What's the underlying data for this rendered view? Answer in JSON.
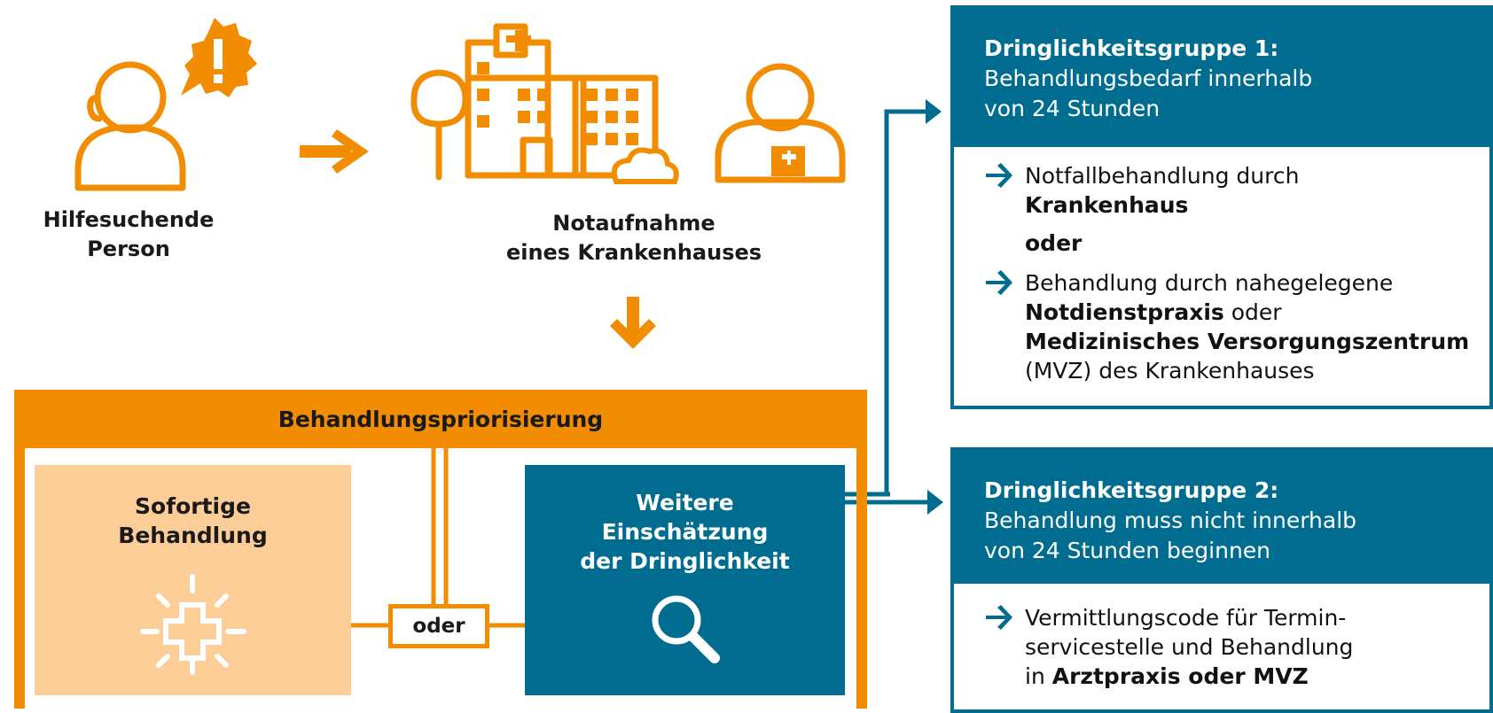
{
  "top": {
    "person_label": [
      "Hilfesuchende",
      "Person"
    ],
    "hospital_label": [
      "Notaufnahme",
      "eines Krankenhauses"
    ]
  },
  "priority": {
    "title": "Behandlungspriorisierung",
    "sofort": [
      "Sofortige",
      "Behandlung"
    ],
    "weitere": [
      "Weitere",
      "Einschätzung",
      "der Dringlichkeit"
    ],
    "oder": "oder"
  },
  "group1": {
    "title": "Dringlichkeitsgruppe 1:",
    "subtitle": [
      "Behandlungsbedarf innerhalb",
      "von 24 Stunden"
    ],
    "item1_line1": "Notfallbehandlung durch",
    "item1_line2": "Krankenhaus",
    "oder": "oder",
    "item2_line1": "Behandlung durch nahegelegene",
    "item2_bold1": "Notdienstpraxis",
    "item2_plain1": " oder",
    "item2_bold2": "Medizinisches Versorgungszentrum",
    "item2_line4": "(MVZ) des Krankenhauses"
  },
  "group2": {
    "title": "Dringlichkeitsgruppe 2:",
    "subtitle": [
      "Behandlung muss nicht innerhalb",
      "von 24 Stunden beginnen"
    ],
    "item1_line1": "Vermittlungscode für Termin-",
    "item1_line2": "servicestelle und Behandlung",
    "item1_plain3": "in ",
    "item1_bold3": "Arztpraxis oder MVZ"
  },
  "colors": {
    "orange": "#f28c00",
    "light_orange": "#fccd97",
    "teal": "#006c8f"
  },
  "icons": [
    "person-icon",
    "alert-bubble-icon",
    "hospital-building-icon",
    "tree-icon",
    "cloud-icon",
    "medic-icon",
    "arrow-right-icon",
    "arrow-down-icon",
    "medical-cross-icon",
    "magnifier-icon"
  ]
}
